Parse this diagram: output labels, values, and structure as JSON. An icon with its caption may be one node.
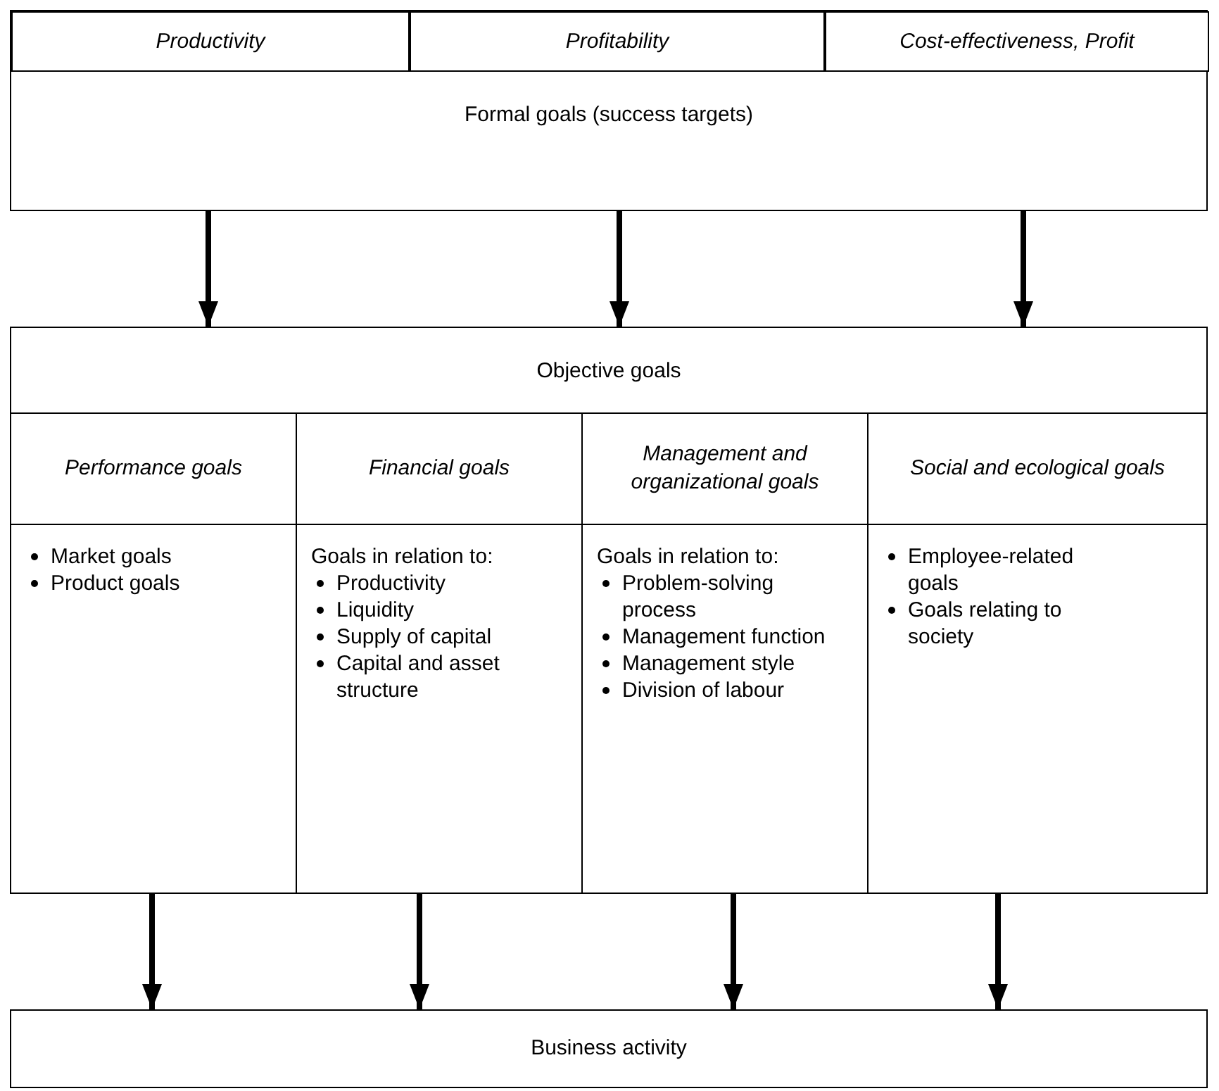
{
  "diagram": {
    "nodes": [
      {
        "text": [
          "Formal goals (success targets)"
        ]
      },
      {
        "text": [
          "Productivity"
        ],
        "in": 0
      },
      {
        "text": [
          "Profitability"
        ],
        "in": 0
      },
      {
        "text": [
          "Cost-effectiveness, Profit"
        ],
        "in": 0
      },
      {
        "text": [
          "Objective goals"
        ]
      },
      {
        "text": [
          "Performance goals",
          "Market goals",
          "Product goals"
        ],
        "in": 4
      },
      {
        "text": [
          "Financial goals",
          "Goals in relation to:",
          "Productivity",
          "Liquidity",
          "Supply of capital",
          "Capital and asset structure"
        ],
        "in": 4
      },
      {
        "text": [
          "Management and organizational goals",
          "Goals in relation to:",
          "Problem-solving process",
          "Management function",
          "Management style",
          "Division of labour"
        ],
        "in": 4
      },
      {
        "text": [
          "Social and ecological goals",
          "Employee-related goals",
          "Goals relating to society"
        ],
        "in": 4
      },
      {
        "text": [
          "Business activity"
        ]
      }
    ],
    "edges": [
      {
        "from": 0,
        "to": 4,
        "arrow": "to"
      },
      {
        "from": 0,
        "to": 4,
        "arrow": "to"
      },
      {
        "from": 0,
        "to": 4,
        "arrow": "to"
      },
      {
        "from": 5,
        "to": 9,
        "arrow": "to"
      },
      {
        "from": 6,
        "to": 9,
        "arrow": "to"
      },
      {
        "from": 7,
        "to": 9,
        "arrow": "to"
      },
      {
        "from": 8,
        "to": 9,
        "arrow": "to"
      }
    ]
  }
}
